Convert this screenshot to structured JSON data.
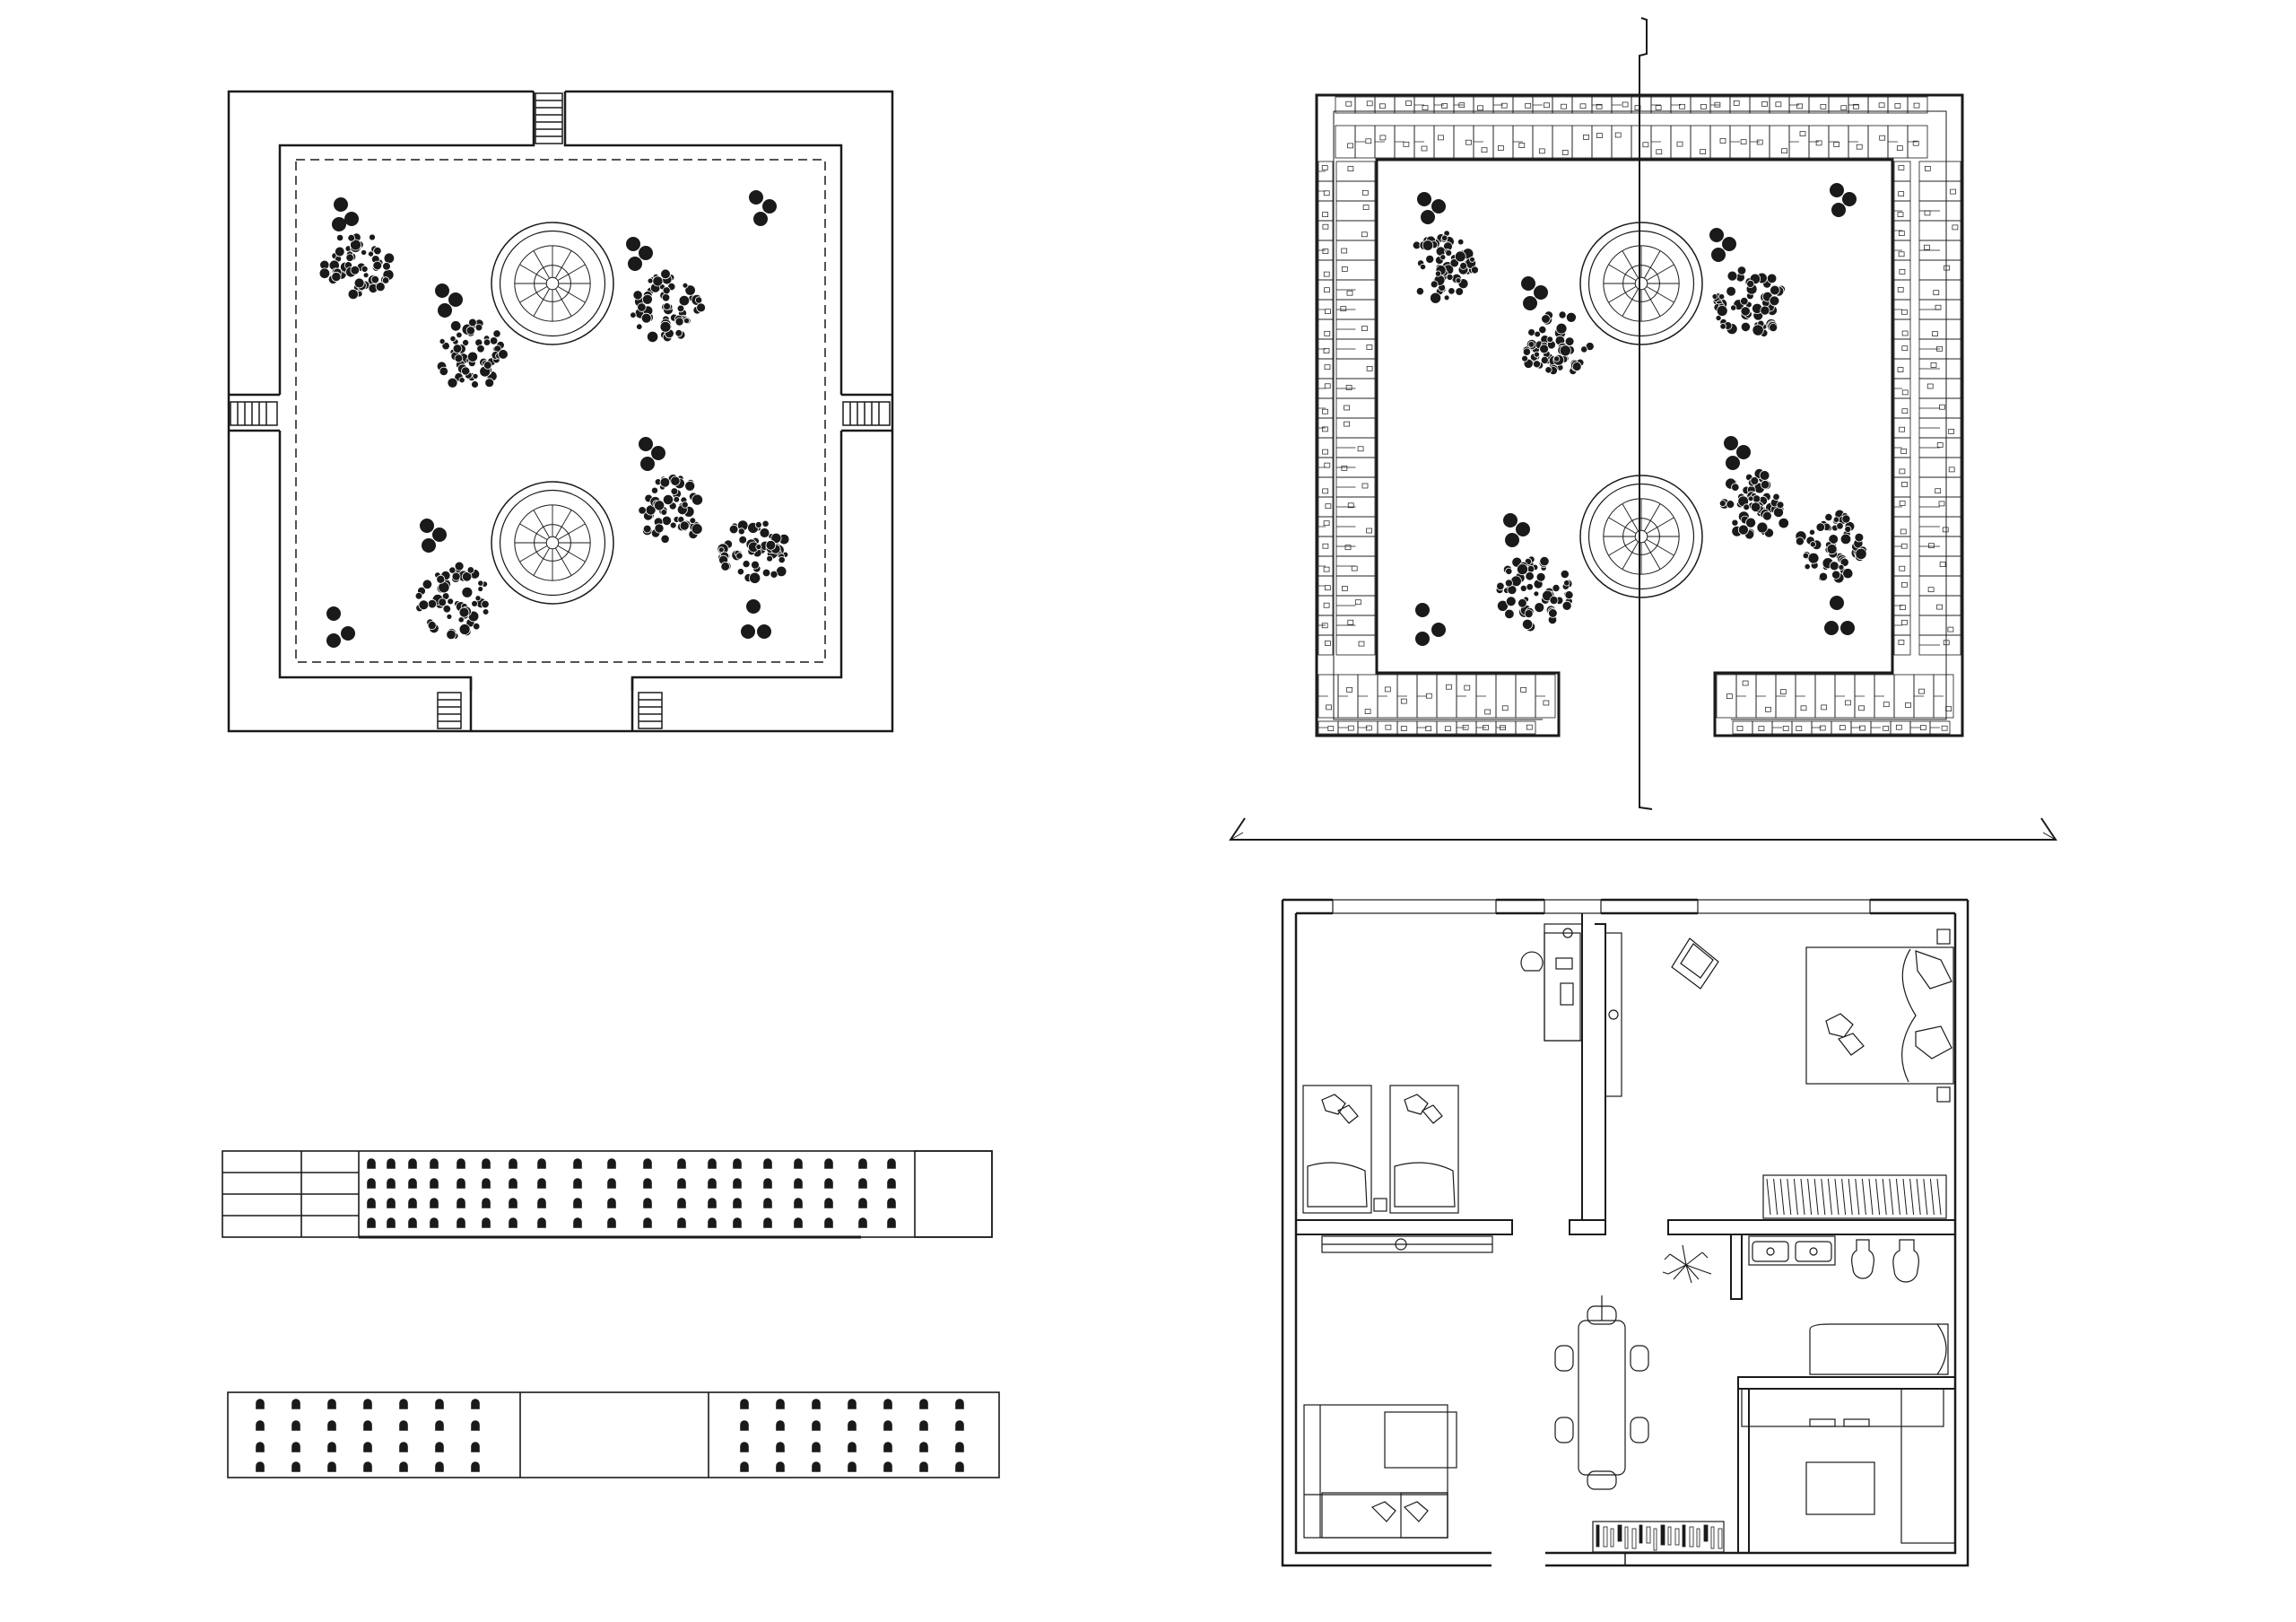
{
  "sheet": {
    "background": "#ffffff",
    "ink": "#1a1a1a",
    "views": [
      "courtyard-site-plan",
      "courtyard-floor-plan-with-units",
      "section-cut-line",
      "wall-elevation-upper",
      "wall-elevation-lower",
      "apartment-unit-plan"
    ]
  }
}
